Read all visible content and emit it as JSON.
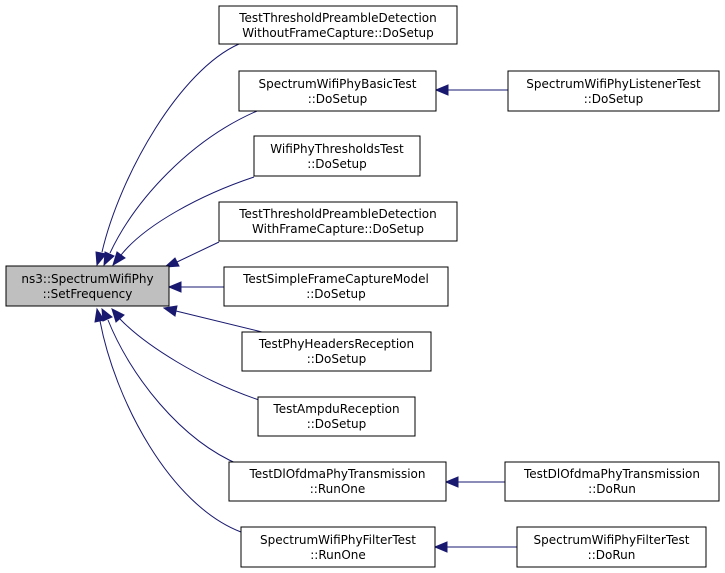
{
  "graph": {
    "nodes": {
      "set_frequency": [
        "ns3::SpectrumWifiPhy",
        "::SetFrequency"
      ],
      "preamble_without": [
        "TestThresholdPreambleDetection",
        "WithoutFrameCapture::DoSetup"
      ],
      "basic_test": [
        "SpectrumWifiPhyBasicTest",
        "::DoSetup"
      ],
      "listener_test": [
        "SpectrumWifiPhyListenerTest",
        "::DoSetup"
      ],
      "thresholds_test": [
        "WifiPhyThresholdsTest",
        "::DoSetup"
      ],
      "preamble_with": [
        "TestThresholdPreambleDetection",
        "WithFrameCapture::DoSetup"
      ],
      "simple_capture": [
        "TestSimpleFrameCaptureModel",
        "::DoSetup"
      ],
      "headers_reception": [
        "TestPhyHeadersReception",
        "::DoSetup"
      ],
      "ampdu_reception": [
        "TestAmpduReception",
        "::DoSetup"
      ],
      "dlofdma_runone": [
        "TestDlOfdmaPhyTransmission",
        "::RunOne"
      ],
      "dlofdma_dorun": [
        "TestDlOfdmaPhyTransmission",
        "::DoRun"
      ],
      "filter_runone": [
        "SpectrumWifiPhyFilterTest",
        "::RunOne"
      ],
      "filter_dorun": [
        "SpectrumWifiPhyFilterTest",
        "::DoRun"
      ]
    },
    "edges": [
      [
        "preamble_without",
        "set_frequency"
      ],
      [
        "basic_test",
        "set_frequency"
      ],
      [
        "thresholds_test",
        "set_frequency"
      ],
      [
        "preamble_with",
        "set_frequency"
      ],
      [
        "simple_capture",
        "set_frequency"
      ],
      [
        "headers_reception",
        "set_frequency"
      ],
      [
        "ampdu_reception",
        "set_frequency"
      ],
      [
        "dlofdma_runone",
        "set_frequency"
      ],
      [
        "filter_runone",
        "set_frequency"
      ],
      [
        "listener_test",
        "basic_test"
      ],
      [
        "dlofdma_dorun",
        "dlofdma_runone"
      ],
      [
        "filter_dorun",
        "filter_runone"
      ]
    ],
    "colors": {
      "edge": "#191970",
      "focus_fill": "#bfbfbf",
      "node_fill": "#ffffff",
      "border": "#000000"
    }
  }
}
